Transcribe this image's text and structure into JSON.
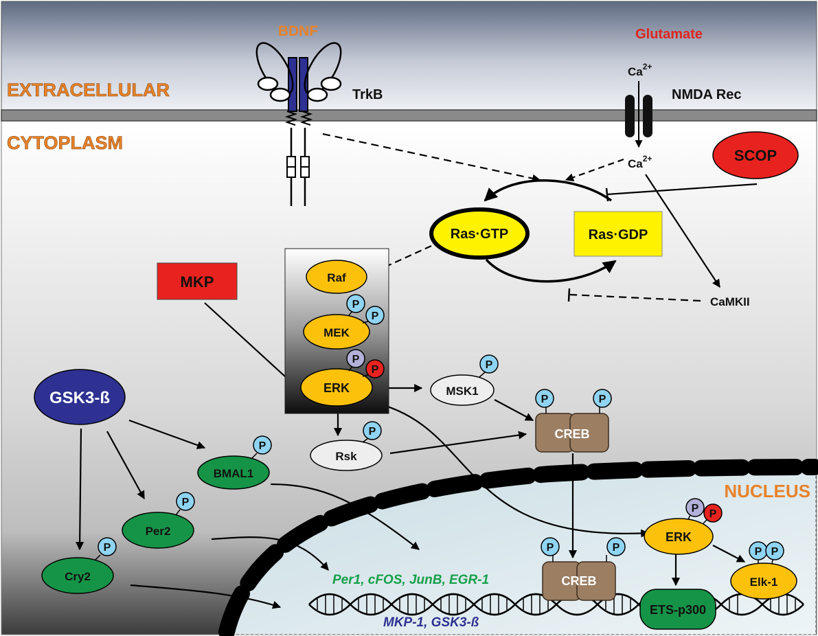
{
  "regions": {
    "extracellular": "EXTRACELLULAR",
    "cytoplasm": "CYTOPLASM",
    "nucleus": "NUCLEUS"
  },
  "ligands": {
    "bdnf": "BDNF",
    "glutamate": "Glutamate"
  },
  "receptors": {
    "trkb": "TrkB",
    "nmda": "NMDA Rec"
  },
  "ions": {
    "ca_base": "Ca",
    "ca_sup": "2+"
  },
  "nodes": {
    "scop": "SCOP",
    "ras_gtp": "Ras·GTP",
    "ras_gdp": "Ras·GDP",
    "raf": "Raf",
    "mek": "MEK",
    "erk": "ERK",
    "mkp": "MKP",
    "camkii": "CaMKII",
    "msk1": "MSK1",
    "creb": "CREB",
    "rsk": "Rsk",
    "gsk3b": "GSK3-ß",
    "bmal1": "BMAL1",
    "per2": "Per2",
    "cry2": "Cry2",
    "elk1": "Elk-1",
    "ets_p300": "ETS-p300"
  },
  "phospho_label": "P",
  "genes": {
    "group_green": "Per1, cFOS, JunB, EGR-1",
    "group_blue": "MKP-1, GSK3-ß"
  },
  "colors": {
    "orange_label": "#e8822a",
    "red_label": "#e0241f",
    "yellow_node": "#fcc10a",
    "ras_yellow": "#fff200",
    "red_box": "#e8231f",
    "green_node": "#159447",
    "brown_creb": "#9c7e63",
    "navy_gsk": "#2e3192",
    "phospho_blue": "#8fd4f2",
    "phospho_lavender": "#b3b1d9",
    "phospho_red": "#e8231f",
    "gene_green": "#16a04a",
    "gene_blue": "#2e3192",
    "trkb_blue": "#2e3192"
  }
}
